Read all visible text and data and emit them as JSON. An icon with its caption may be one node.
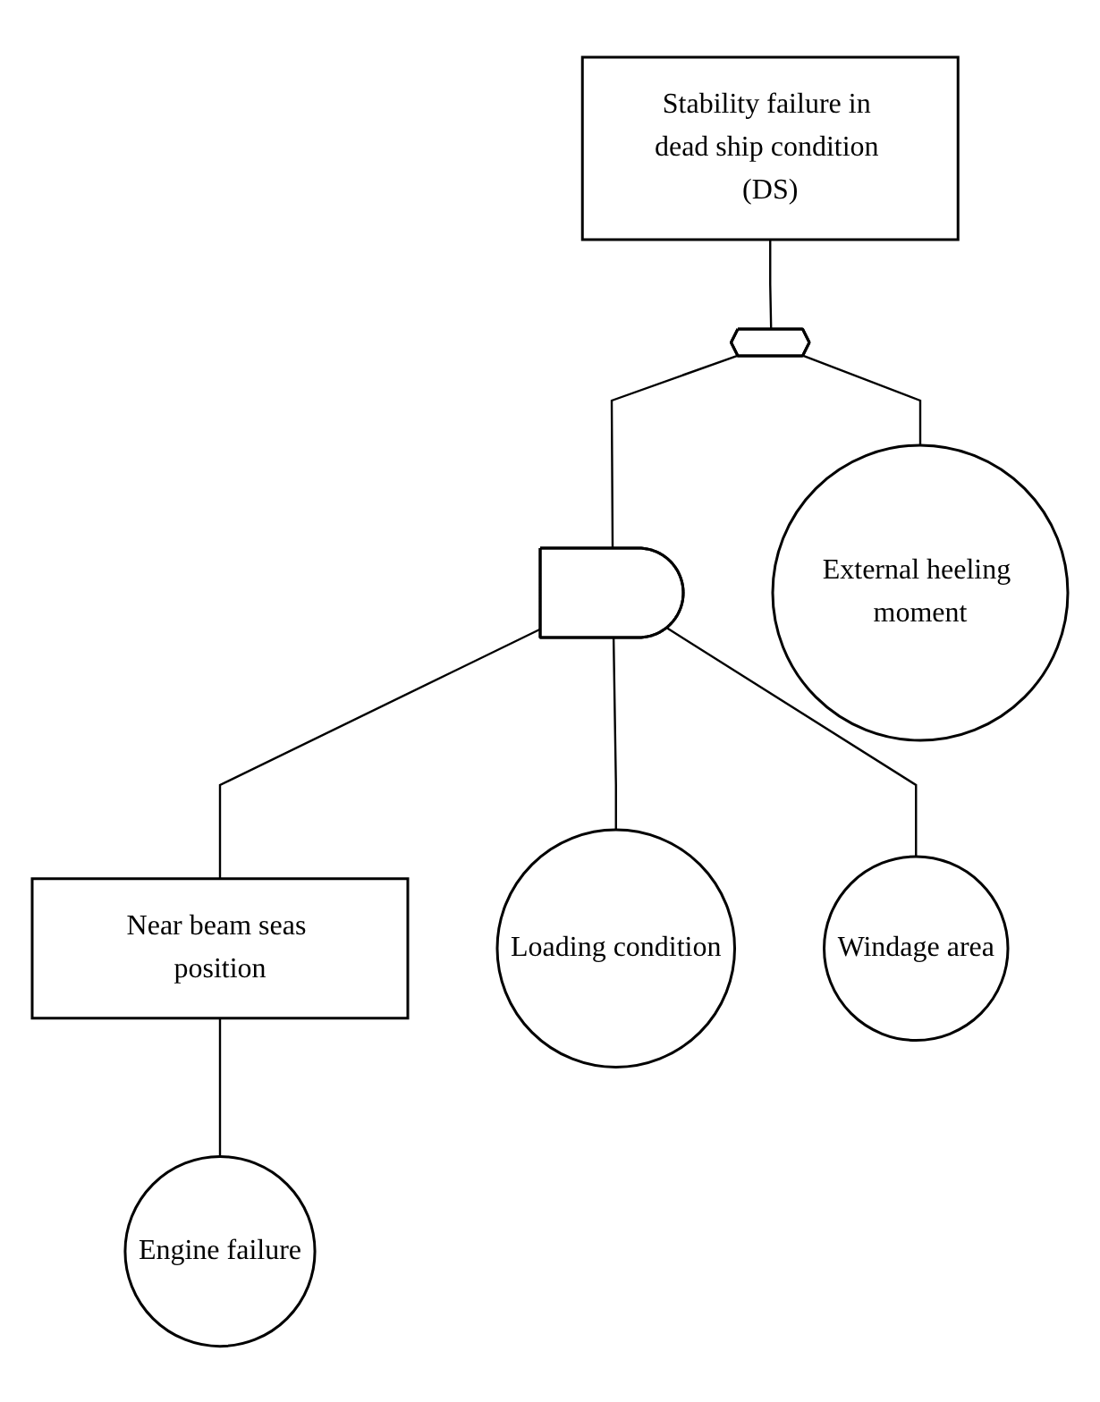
{
  "diagram": {
    "nodes": [
      {
        "text": [
          "Stability failure in dead ship condition (DS)"
        ]
      },
      {
        "text": [],
        "shape": "hexagon"
      },
      {
        "text": [
          "External heeling moment"
        ]
      },
      {
        "text": [],
        "shape": "gate"
      },
      {
        "text": [
          "Near beam seas position"
        ]
      },
      {
        "text": [
          "Engine failure"
        ]
      },
      {
        "text": [
          "Loading condition"
        ]
      },
      {
        "text": [
          "Windage area"
        ]
      }
    ],
    "edges": [
      {
        "from": 0,
        "to": 1,
        "arrow": "none"
      },
      {
        "from": 1,
        "to": 2,
        "arrow": "none"
      },
      {
        "from": 1,
        "to": 3,
        "arrow": "none"
      },
      {
        "from": 3,
        "to": 4,
        "arrow": "none"
      },
      {
        "from": 3,
        "to": 6,
        "arrow": "none"
      },
      {
        "from": 3,
        "to": 7,
        "arrow": "none"
      },
      {
        "from": 4,
        "to": 5,
        "arrow": "none"
      }
    ]
  }
}
